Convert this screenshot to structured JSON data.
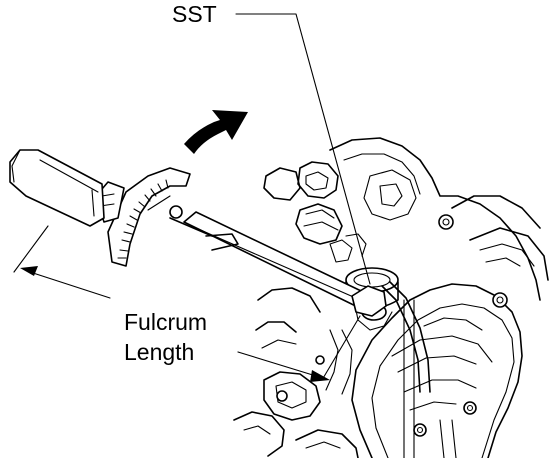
{
  "labels": {
    "sst": "SST",
    "fulcrum_line1": "Fulcrum",
    "fulcrum_line2": "Length"
  },
  "colors": {
    "ink": "#000000",
    "paper": "#ffffff"
  },
  "icons": {
    "rotation_arrow": "curved-arrow-icon",
    "length_arrow": "double-arrow-icon"
  }
}
